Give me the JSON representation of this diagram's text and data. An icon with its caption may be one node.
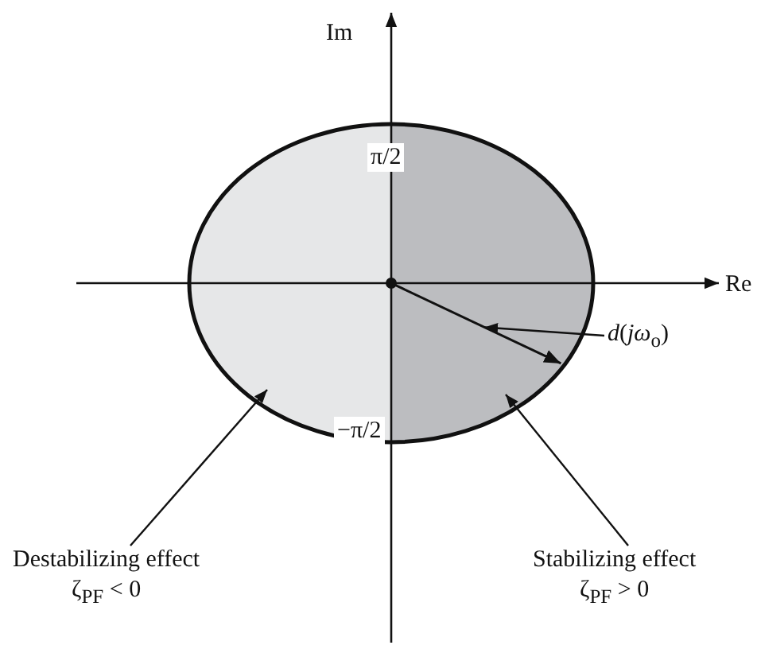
{
  "diagram": {
    "nodes": [
      {
        "text": [],
        "shape": "semicircle"
      },
      {
        "text": [],
        "shape": "semicircle"
      },
      {
        "text": [],
        "shape": "arrow",
        "in": 1
      },
      {
        "text": [
          "*d*(*jω*$_{o}$)"
        ]
      },
      {
        "text": [
          "Destabilizing effect",
          "ζ$_{PF}$ < 0"
        ]
      },
      {
        "text": [
          "Stabilizing effect",
          "ζ$_{PF}$ > 0"
        ]
      }
    ],
    "edges": [
      {
        "from": 3,
        "to": 2,
        "arrow": "to"
      },
      {
        "from": 4,
        "to": 0,
        "arrow": "to"
      },
      {
        "from": 5,
        "to": 1,
        "arrow": "to"
      }
    ],
    "labels": [
      "Im",
      "π/2",
      "Re",
      "−π/2"
    ]
  }
}
